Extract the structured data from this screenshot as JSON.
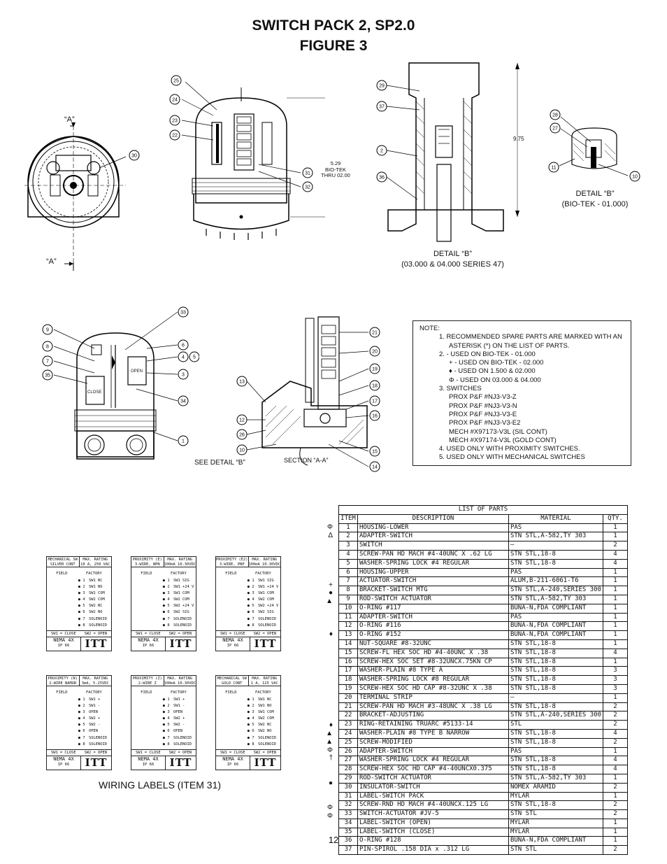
{
  "header": {
    "title_line1": "SWITCH PACK 2, SP2.0",
    "title_line2": "FIGURE 3"
  },
  "top_left": {
    "label_a_top": "“A”",
    "label_a_bottom": "“A”",
    "callouts": [
      "30"
    ]
  },
  "top_middle": {
    "callouts": [
      "25",
      "24",
      "23",
      "22",
      "31",
      "32"
    ],
    "dimension": [
      "5.29",
      "BIO-TEK",
      "THRU 02.00"
    ]
  },
  "top_right": {
    "callouts": [
      "29",
      "37",
      "2",
      "36",
      "28",
      "27",
      "11",
      "10"
    ],
    "dimension": "9.75",
    "detail_b_bio": [
      "DETAIL “B”",
      "(BIO-TEK - 01.000)"
    ],
    "detail_b_series": [
      "DETAIL “B”",
      "(03.000 & 04.000 SERIES 47)"
    ]
  },
  "mid_left": {
    "callouts": [
      "33",
      "9",
      "8",
      "6",
      "7",
      "4",
      "5",
      "35",
      "3",
      "34",
      "1"
    ],
    "open_label": "OPEN",
    "close_label": "CLOSE",
    "see_detail": "SEE DETAIL “B”"
  },
  "mid_right": {
    "callouts": [
      "21",
      "20",
      "13",
      "19",
      "18",
      "17",
      "12",
      "16",
      "26",
      "10",
      "15",
      "14"
    ],
    "section": "SECTION “A-A”"
  },
  "notes": {
    "heading": "NOTE:",
    "lines": [
      "1.  RECOMMENDED SPARE PARTS ARE MARKED WITH AN",
      "ASTERISK (*) ON THE LIST OF PARTS.",
      "2.      -  USED ON BIO-TEK - 01.000",
      "-  USED ON BIO-TEK - 02.000",
      "-  USED ON 1.500 & 02.000",
      "-  USED ON 03.000 & 04.000",
      "3.  SWITCHES",
      "PROX P&F #NJ3-V3-Z",
      "PROX P&F #NJ3-V3-N",
      "PROX P&F #NJ3-V3-E",
      "PROX P&F #NJ3-V3-E2",
      "MECH #X97173-V3L (SIL CONT)",
      "MECH #X97174-V3L (GOLD CONT)",
      "4.  USED ONLY WITH PROXIMITY SWITCHES.",
      "5. USED ONLY WITH MECHANICAL SWITCHES"
    ]
  },
  "parts": {
    "caption": "LIST OF PARTS",
    "columns": [
      "ITEM",
      "DESCRIPTION",
      "MATERIAL",
      "QTY."
    ],
    "rows": [
      [
        "1",
        "HOUSING-LOWER",
        "PAS",
        "1"
      ],
      [
        "2",
        "ADAPTER-SWITCH",
        "STN STL,A-582,TY 303",
        "1"
      ],
      [
        "3",
        "SWITCH",
        "–",
        "2"
      ],
      [
        "4",
        "SCREW-PAN HD MACH #4-40UNC X .62 LG",
        "STN STL,18-8",
        "4"
      ],
      [
        "5",
        "WASHER-SPRING LOCK #4 REGULAR",
        "STN STL,18-8",
        "4"
      ],
      [
        "6",
        "HOUSING-UPPER",
        "PAS",
        "1"
      ],
      [
        "7",
        "ACTUATOR-SWITCH",
        "ALUM,B-211-6061-T6",
        "1"
      ],
      [
        "8",
        "BRACKET-SWITCH MTG",
        "STN STL,A-240,SERIES 300",
        "1"
      ],
      [
        "9",
        "ROD-SWITCH ACTUATOR",
        "STN STL,A-582,TY 303",
        "1"
      ],
      [
        "10",
        "O-RING #117",
        "BUNA-N,FDA COMPLIANT",
        "1"
      ],
      [
        "11",
        "ADAPTER-SWITCH",
        "PAS",
        "1"
      ],
      [
        "12",
        "O-RING #116",
        "BUNA-N,FDA COMPLIANT",
        "1"
      ],
      [
        "13",
        "O-RING #152",
        "BUNA-N,FDA COMPLIANT",
        "1"
      ],
      [
        "14",
        "NUT-SQUARE #8-32UNC",
        "STN STL,18-8",
        "1"
      ],
      [
        "15",
        "SCREW-FL HEX SOC HD #4-40UNC X .38",
        "STN STL,18-8",
        "4"
      ],
      [
        "16",
        "SCREW-HEX SOC SET #8-32UNCX.75KN CP",
        "STN STL,18-8",
        "1"
      ],
      [
        "17",
        "WASHER-PLAIN #8 TYPE A",
        "STN STL,18-8",
        "3"
      ],
      [
        "18",
        "WASHER-SPRING LOCK #8 REGULAR",
        "STN STL,18-8",
        "3"
      ],
      [
        "19",
        "SCREW-HEX SOC HD CAP #8-32UNC X .38",
        "STN STL,18-8",
        "3"
      ],
      [
        "20",
        "TERMINAL STRIP",
        "–",
        "1"
      ],
      [
        "21",
        "SCREW-PAN HD MACH #3-48UNC X .38 LG",
        "STN STL,18-8",
        "2"
      ],
      [
        "22",
        "BRACKET-ADJUSTING",
        "STN STL,A-240,SERIES 300",
        "2"
      ],
      [
        "23",
        "RING-RETAINING TRUARC #5133-14",
        "STL",
        "2"
      ],
      [
        "24",
        "WASHER-PLAIN #8 TYPE B NARROW",
        "STN STL,18-8",
        "4"
      ],
      [
        "25",
        "SCREW-MODIFIED",
        "STN STL,18-8",
        "2"
      ],
      [
        "26",
        "ADAPTER-SWITCH",
        "PAS",
        "1"
      ],
      [
        "27",
        "WASHER-SPRING LOCK #4 REGULAR",
        "STN STL,18-8",
        "4"
      ],
      [
        "28",
        "SCREW-HEX SOC HD CAP #4-40UNCX0.375",
        "STN STL,18-8",
        "4"
      ],
      [
        "29",
        "ROD-SWITCH ACTUATOR",
        "STN STL,A-582,TY 303",
        "1"
      ],
      [
        "30",
        "INSULATOR-SWITCH",
        "NOMEX ARAMID",
        "2"
      ],
      [
        "31",
        "LABEL-SWITCH PACK",
        "MYLAR",
        "1"
      ],
      [
        "32",
        "SCREW-RND HD MACH #4-40UNCX.125 LG",
        "STN STL,18-8",
        "2"
      ],
      [
        "33",
        "SWITCH-ACTUATOR #JV-5",
        "STN STL",
        "2"
      ],
      [
        "34",
        "LABEL-SWITCH (OPEN)",
        "MYLAR",
        "1"
      ],
      [
        "35",
        "LABEL-SWITCH (CLOSE)",
        "MYLAR",
        "1"
      ],
      [
        "36",
        "O-RING #128",
        "BUNA-N,FDA COMPLIANT",
        "1"
      ],
      [
        "37",
        "PIN-SPIROL .158 DIA x .312 LG",
        "STN STL",
        "2"
      ]
    ],
    "markers": [
      {
        "row": 1,
        "symbol": "Φ"
      },
      {
        "row": 2,
        "symbol": "Δ"
      },
      {
        "row": 8,
        "symbol": "+"
      },
      {
        "row": 9,
        "symbol": "●"
      },
      {
        "row": 10,
        "symbol": "▲"
      },
      {
        "row": 14,
        "symbol": "♦"
      },
      {
        "row": 25,
        "symbol": "♦"
      },
      {
        "row": 26,
        "symbol": "▲"
      },
      {
        "row": 27,
        "symbol": "▲"
      },
      {
        "row": 28,
        "symbol": "Φ"
      },
      {
        "row": 29,
        "symbol": "†"
      },
      {
        "row": 32,
        "symbol": "●"
      },
      {
        "row": 35,
        "symbol": "Φ"
      },
      {
        "row": 36,
        "symbol": "Φ"
      }
    ]
  },
  "wiring_caption": "WIRING LABELS (ITEM 31)",
  "wiring_labels": [
    {
      "head_left": "MECHANICAL SW\nSILVER CONT",
      "head_right": "MAX. RATING\n10 A, 250 VAC",
      "terms": [
        "SW1 NC",
        "SW1 NO",
        "SW1 COM",
        "SW2 COM",
        "SW2 NC",
        "SW2 NO",
        "SOLENOID",
        "SOLENOID"
      ]
    },
    {
      "head_left": "PROXIMITY (E)\n3-WIRE, NPN",
      "head_right": "MAX. RATING\n100mA 10-30VDC",
      "terms": [
        "SW1 SIG",
        "SW1 +24 V",
        "SW1 COM",
        "SW2 COM",
        "SW2 +24 V",
        "SW2 SIG",
        "SOLENOID",
        "SOLENOID"
      ]
    },
    {
      "head_left": "PROXIMITY (E2)\n3-WIRE, PNP",
      "head_right": "MAX. RATING\n100mA 10-30VDC",
      "terms": [
        "SW1 SIG",
        "SW1 +24 V",
        "SW1 COM",
        "SW2 COM",
        "SW2 +24 V",
        "SW2 SIG",
        "SOLENOID",
        "SOLENOID"
      ]
    },
    {
      "head_left": "PROXIMITY (N)\n2-WIRE NAMUR",
      "head_right": "MAX. RATING\n3mA, 5-25VDC",
      "terms": [
        "SW1 +",
        "SW1 -",
        "OPEN",
        "SW2 +",
        "SW2 -",
        "OPEN",
        "SOLENOID",
        "SOLENOID"
      ]
    },
    {
      "head_left": "PROXIMITY (Z)\n2-WIRE Z",
      "head_right": "MAX. RATING\n100mA 10-30VDC",
      "terms": [
        "SW1 +",
        "SW1 -",
        "OPEN",
        "SW2 +",
        "SW2 -",
        "OPEN",
        "SOLENOID",
        "SOLENOID"
      ]
    },
    {
      "head_left": "MECHANICAL SW\nGOLD CONT",
      "head_right": "MAX. RATING\n1 A, 125 VAC",
      "terms": [
        "SW1 NC",
        "SW1 NO",
        "SW1 COM",
        "SW2 COM",
        "SW2 NC",
        "SW2 NO",
        "SOLENOID",
        "SOLENOID"
      ]
    }
  ],
  "wiring_common": {
    "field": "FIELD",
    "factory": "FACTORY",
    "sw1": "SW1 = CLOSE",
    "sw2": "SW2 = OPEN",
    "nema": "NEMA 4X",
    "ip": "IP 66",
    "brand": "ITT"
  },
  "footer": {
    "page_number": "12"
  }
}
